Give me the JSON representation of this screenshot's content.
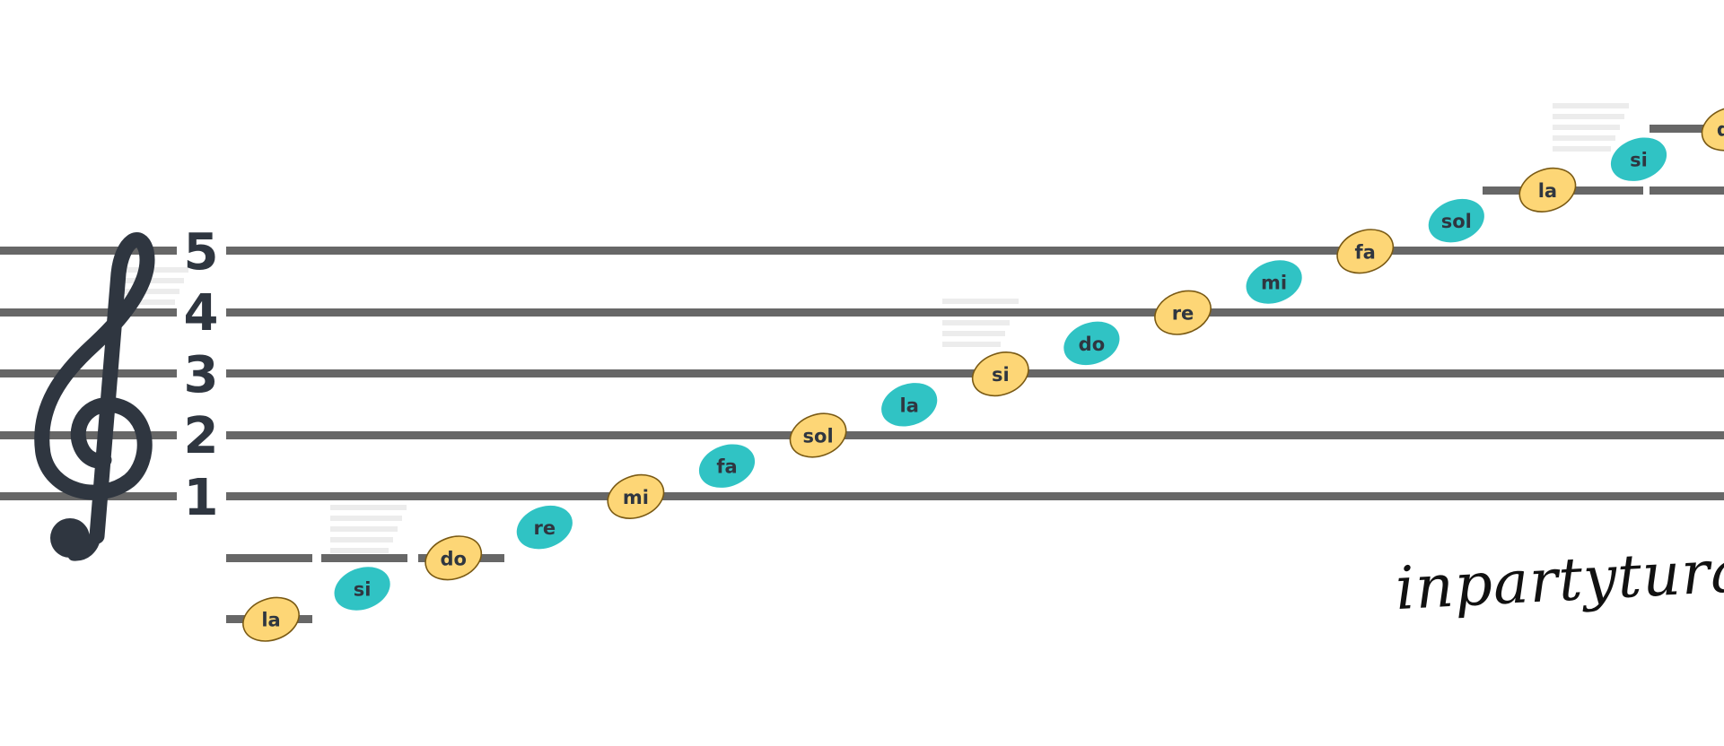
{
  "staff": {
    "line_numbers": [
      "1",
      "2",
      "3",
      "4",
      "5"
    ]
  },
  "notes": [
    {
      "label": "la",
      "step": -6,
      "kind": "line"
    },
    {
      "label": "si",
      "step": -5,
      "kind": "space"
    },
    {
      "label": "do",
      "step": -4,
      "kind": "line"
    },
    {
      "label": "re",
      "step": -3,
      "kind": "space"
    },
    {
      "label": "mi",
      "step": -2,
      "kind": "line"
    },
    {
      "label": "fa",
      "step": -1,
      "kind": "space"
    },
    {
      "label": "sol",
      "step": 0,
      "kind": "line"
    },
    {
      "label": "la",
      "step": 1,
      "kind": "space"
    },
    {
      "label": "si",
      "step": 2,
      "kind": "line"
    },
    {
      "label": "do",
      "step": 3,
      "kind": "space"
    },
    {
      "label": "re",
      "step": 4,
      "kind": "line"
    },
    {
      "label": "mi",
      "step": 5,
      "kind": "space"
    },
    {
      "label": "fa",
      "step": 6,
      "kind": "line"
    },
    {
      "label": "sol",
      "step": 7,
      "kind": "space"
    },
    {
      "label": "la",
      "step": 8,
      "kind": "line"
    },
    {
      "label": "si",
      "step": 9,
      "kind": "space"
    },
    {
      "label": "do",
      "step": 10,
      "kind": "line"
    }
  ],
  "colors": {
    "line_note_fill": "#fdd676",
    "line_note_stroke": "#7a5a14",
    "space_note_fill": "#30c3c4",
    "staff": "#676767",
    "clef": "#2f3640"
  },
  "brand": {
    "text": "inpartytura"
  }
}
